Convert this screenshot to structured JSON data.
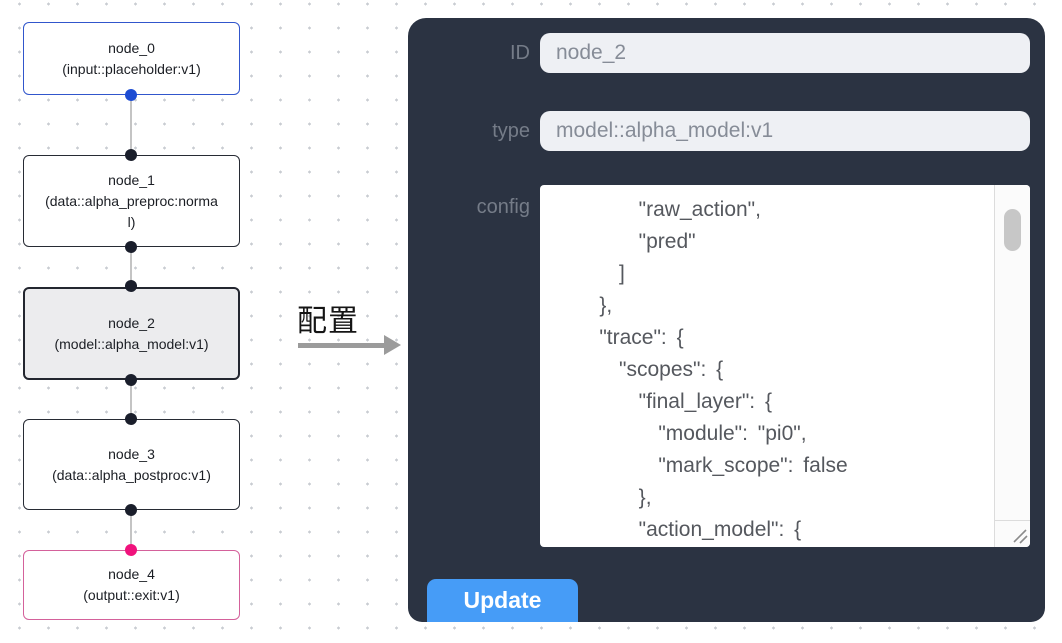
{
  "colors": {
    "panel_bg": "#2b3342",
    "accent_blue": "#469cf7",
    "selected_node_bg": "#ececee",
    "input_node_border": "#3156cc",
    "output_node_border": "#d4619b",
    "handle_dark": "#1a1e2b",
    "handle_blue": "#1d4cd3",
    "handle_pink": "#f0127c",
    "edge_gray": "#c4c4c4"
  },
  "flow": {
    "nodes": [
      {
        "name": "node_0",
        "type": "(input::placeholder:v1)"
      },
      {
        "name": "node_1",
        "type": "(data::alpha_preproc:normal)"
      },
      {
        "name": "node_2",
        "type": "(model::alpha_model:v1)"
      },
      {
        "name": "node_3",
        "type": "(data::alpha_postproc:v1)"
      },
      {
        "name": "node_4",
        "type": "(output::exit:v1)"
      }
    ]
  },
  "arrow": {
    "label": "配置"
  },
  "panel": {
    "id_label": "ID",
    "id_value": "node_2",
    "type_label": "type",
    "type_value": "model::alpha_model:v1",
    "config_label": "config",
    "config_text": "        \"raw_action\",\n        \"pred\"\n      ]\n    },\n    \"trace\": {\n      \"scopes\": {\n        \"final_layer\": {\n          \"module\": \"pi0\",\n          \"mark_scope\": false\n        },\n        \"action_model\": {",
    "update_label": "Update"
  }
}
